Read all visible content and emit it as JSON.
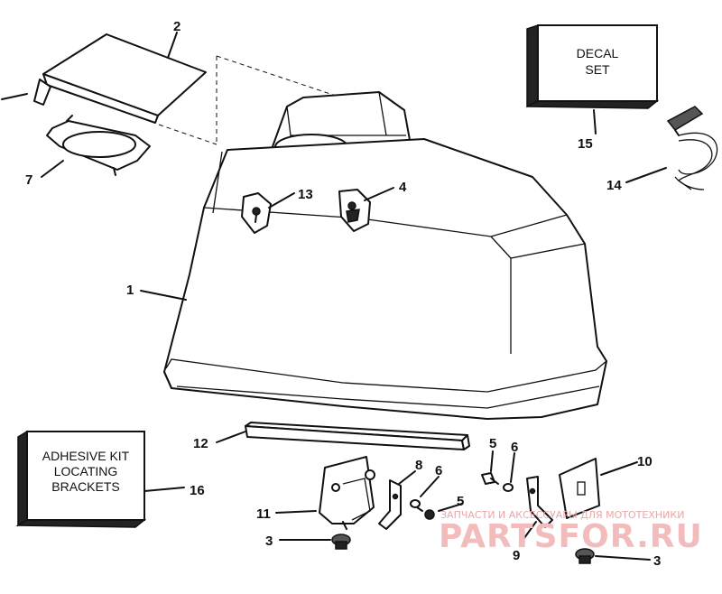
{
  "callouts": {
    "c1": "1",
    "c2": "2",
    "c3a": "3",
    "c3b": "3",
    "c4": "4",
    "c5a": "5",
    "c5b": "5",
    "c6a": "6",
    "c6b": "6",
    "c7": "7",
    "c8": "8",
    "c9": "9",
    "c10": "10",
    "c11": "11",
    "c12": "12",
    "c13": "13",
    "c14": "14",
    "c15": "15",
    "c16": "16"
  },
  "decal_box": {
    "line1": "DECAL",
    "line2": "SET"
  },
  "kit_box": {
    "line1": "ADHESIVE KIT",
    "line2": "LOCATING",
    "line3": "BRACKETS"
  },
  "watermark": {
    "caption": "ЗАПЧАСТИ И АКСЕССУАРЫ ДЛЯ МОТОТЕХНИКИ",
    "brand": "PARTSFOR.RU"
  },
  "colors": {
    "ink": "#111111",
    "watermark": "#f2bcbc"
  }
}
